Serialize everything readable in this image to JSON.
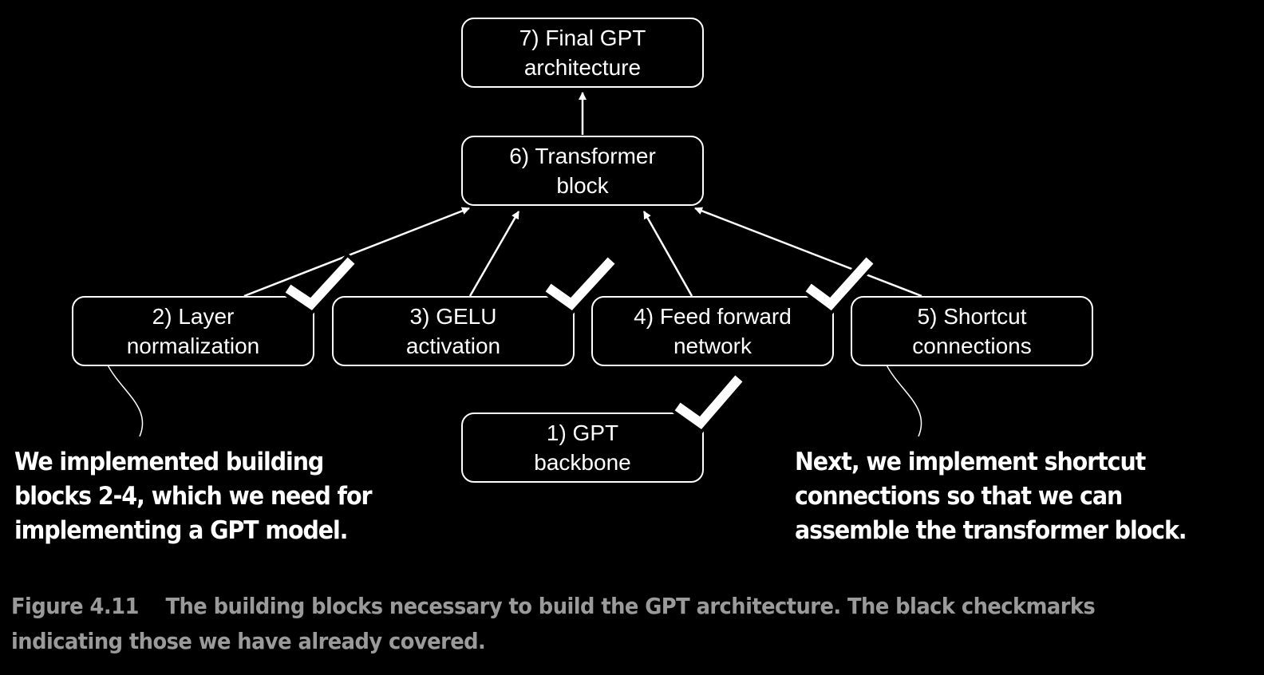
{
  "nodes": {
    "final_gpt": {
      "line1": "7) Final GPT",
      "line2": "architecture"
    },
    "transformer_block": {
      "line1": "6) Transformer",
      "line2": "block"
    },
    "layer_norm": {
      "line1": "2) Layer",
      "line2": "normalization",
      "checked": true
    },
    "gelu": {
      "line1": "3) GELU",
      "line2": "activation",
      "checked": true
    },
    "feed_forward": {
      "line1": "4) Feed forward",
      "line2": "network",
      "checked": true
    },
    "shortcut": {
      "line1": "5) Shortcut",
      "line2": "connections",
      "checked": false
    },
    "gpt_backbone": {
      "line1": "1) GPT",
      "line2": "backbone",
      "checked": true
    }
  },
  "annotations": {
    "left": {
      "line1": "We implemented building",
      "line2": "blocks 2-4, which we need for",
      "line3": "implementing a GPT model."
    },
    "right": {
      "line1": "Next, we implement shortcut",
      "line2": "connections so that we can",
      "line3": "assemble the transformer block."
    }
  },
  "caption": {
    "label": "Figure 4.11",
    "text": "The building blocks necessary to build the GPT architecture. The black checkmarks",
    "line2": "indicating those we have already covered."
  },
  "colors": {
    "background": "#000000",
    "foreground": "#ffffff",
    "caption": "#9a9a9a"
  }
}
